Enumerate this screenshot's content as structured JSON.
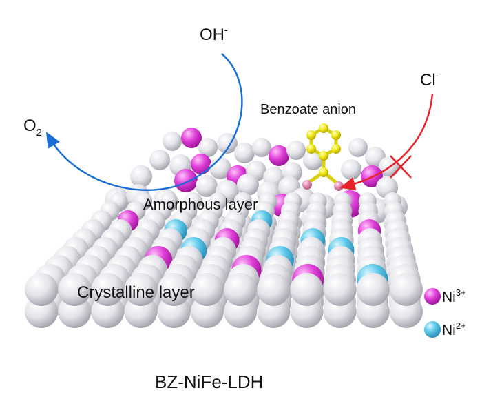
{
  "labels": {
    "oh": "OH",
    "oh_sup": "-",
    "o2": "O",
    "o2_sub": "2",
    "cl": "Cl",
    "cl_sup": "-",
    "benzoate": "Benzoate anion",
    "amorphous": "Amorphous layer",
    "crystalline": "Crystalline layer",
    "title": "BZ-NiFe-LDH"
  },
  "legend": [
    {
      "ion": "Ni",
      "charge": "3+",
      "color": "#e040d8"
    },
    {
      "ion": "Ni",
      "charge": "2+",
      "color": "#5cc8ea"
    }
  ],
  "colors": {
    "oxygen_sphere": "#dcdce4",
    "ni3": "#e040d8",
    "ni2": "#5cc8ea",
    "oh_arrow": "#1a6fd6",
    "cl_arrow": "#e8232b",
    "benzoate_carbon": "#f2ea1a",
    "benzoate_oxygen": "#e48bb4"
  },
  "icons": {
    "blocked": "cross-mark-icon"
  }
}
